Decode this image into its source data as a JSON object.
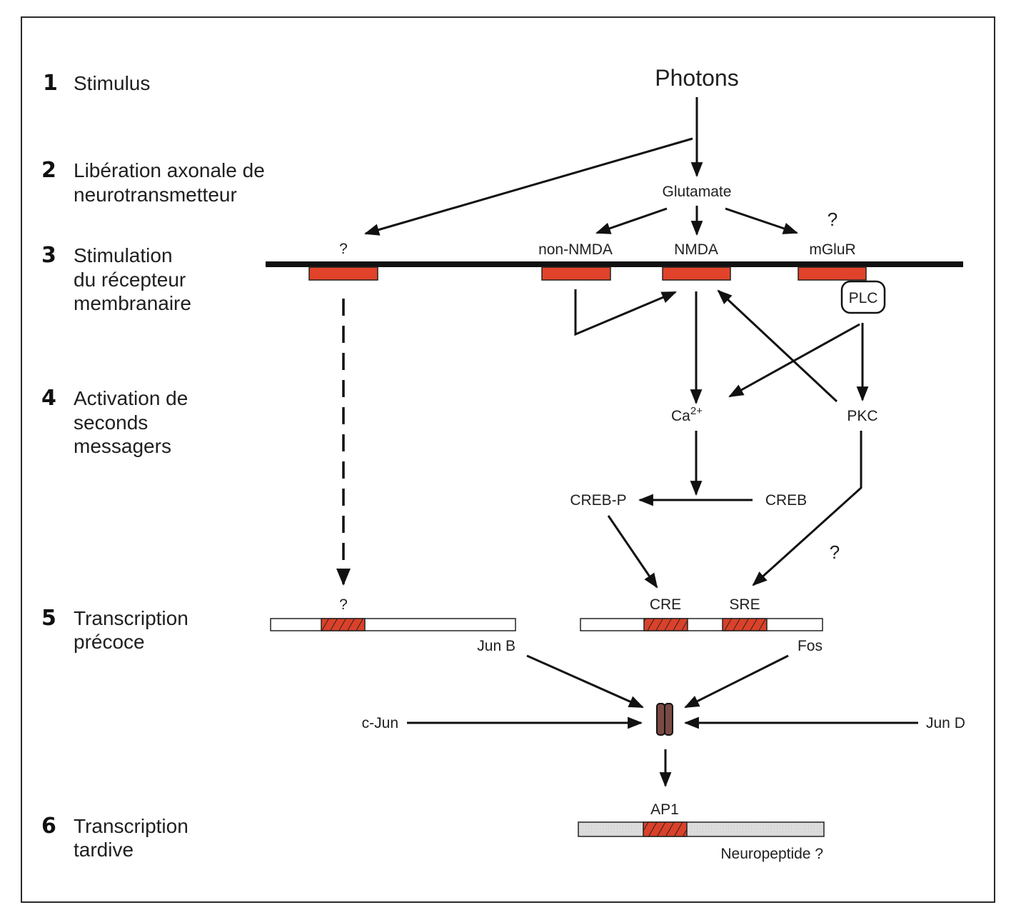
{
  "steps": [
    {
      "number": "1",
      "lines": [
        "Stimulus"
      ]
    },
    {
      "number": "2",
      "lines": [
        "Libération axonale de",
        "neurotransmetteur"
      ]
    },
    {
      "number": "3",
      "lines": [
        "Stimulation",
        "du récepteur",
        "membranaire"
      ]
    },
    {
      "number": "4",
      "lines": [
        "Activation de",
        "seconds",
        "messagers"
      ]
    },
    {
      "number": "5",
      "lines": [
        "Transcription",
        "précoce"
      ]
    },
    {
      "number": "6",
      "lines": [
        "Transcription",
        "tardive"
      ]
    }
  ],
  "nodes": {
    "photons": "Photons",
    "glutamate": "Glutamate",
    "unknown_receptor": "?",
    "non_nmda": "non-NMDA",
    "nmda": "NMDA",
    "mglur": "mGluR",
    "mglur_question": "?",
    "plc": "PLC",
    "calcium_base": "Ca",
    "calcium_sup": "2+",
    "pkc": "PKC",
    "creb_p": "CREB-P",
    "creb": "CREB",
    "sre_question": "?",
    "junb_site": "?",
    "cre": "CRE",
    "sre": "SRE",
    "jun_b": "Jun B",
    "fos": "Fos",
    "c_jun": "c-Jun",
    "jun_d": "Jun D",
    "ap1": "AP1",
    "neuropeptide": "Neuropeptide ?"
  },
  "colors": {
    "receptor": "#e0432a",
    "hatched_site": "#d9412a",
    "membrane": "#111111",
    "dimer": "#7a4a44",
    "late_gene": "#dcdcdc"
  }
}
